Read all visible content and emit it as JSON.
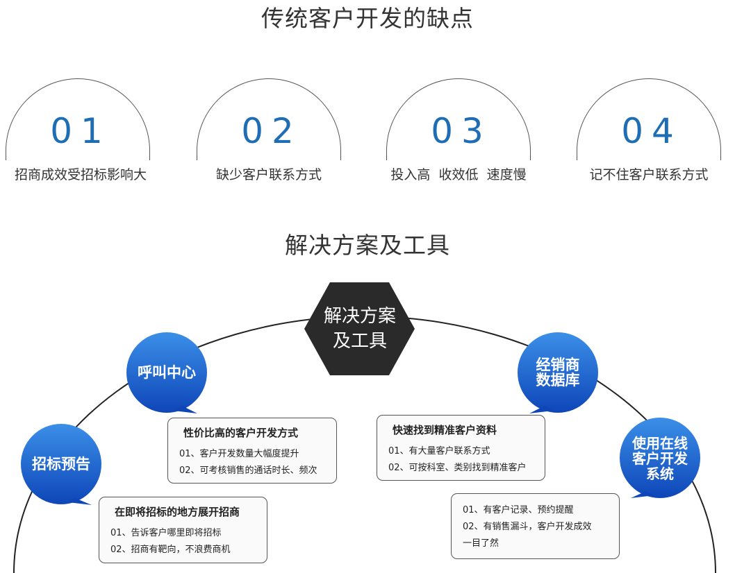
{
  "headings": {
    "disadvantages": "传统客户开发的缺点",
    "solutions": "解决方案及工具"
  },
  "disadvantages": [
    {
      "number": "01",
      "label": "招商成效受招标影响大"
    },
    {
      "number": "02",
      "label": "缺少客户联系方式"
    },
    {
      "number": "03",
      "label": "投入高  收效低  速度慢"
    },
    {
      "number": "04",
      "label": "记不住客户联系方式"
    }
  ],
  "center": {
    "line1": "解决方案",
    "line2": "及工具"
  },
  "bubbles": {
    "call_center": "呼叫中心",
    "bidding_notice": "招标预告",
    "dealer_db_1": "经销商",
    "dealer_db_2": "数据库",
    "online_1": "使用在线",
    "online_2": "客户开发",
    "online_3": "系统"
  },
  "cards": {
    "call_center": {
      "title": "性价比高的客户开发方式",
      "lines": [
        "01、客户开发数量大幅度提升",
        "02、可考核销售的通话时长、频次"
      ]
    },
    "bidding": {
      "title": "在即将招标的地方展开招商",
      "lines": [
        "01、告诉客户哪里即将招标",
        "02、招商有靶向，不浪费商机"
      ]
    },
    "dealer": {
      "title": "快速找到精准客户资料",
      "lines": [
        "01、有大量客户联系方式",
        "02、可按科室、类别找到精准客户"
      ]
    },
    "online": {
      "lines": [
        "01、有客户记录、预约提醒",
        "02、有销售漏斗，客户开发成效",
        "一目了然"
      ]
    }
  },
  "colors": {
    "number_blue": "#1f6db5",
    "bubble_top": "#3b8fe8",
    "bubble_bottom": "#0e46b8",
    "hexagon": "#2a2a2a"
  }
}
